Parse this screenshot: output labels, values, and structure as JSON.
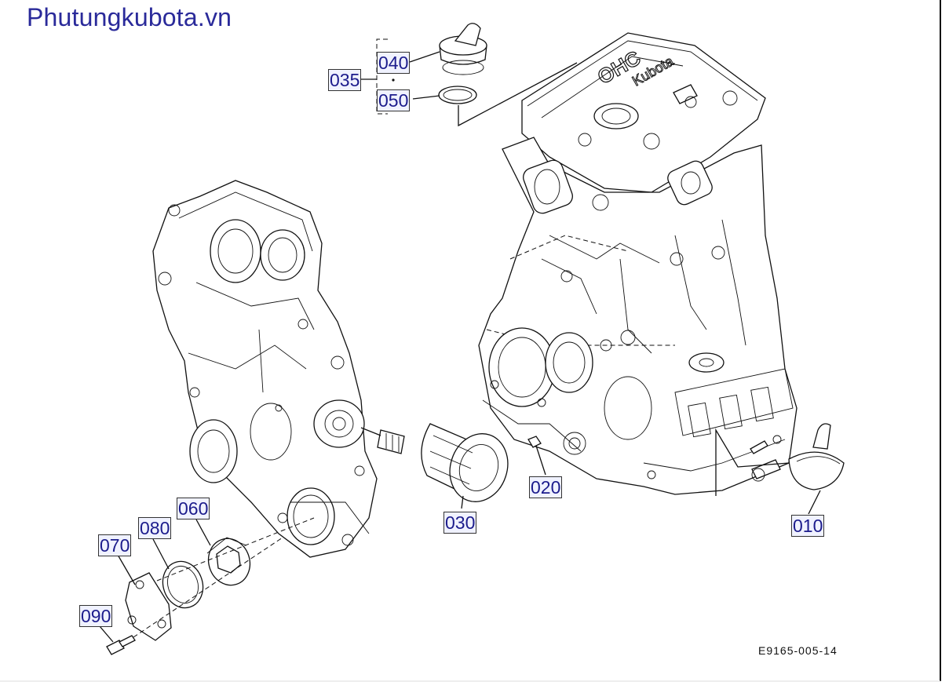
{
  "brand": "Phutungkubota.vn",
  "drawing_code": "E9165-005-14",
  "callouts": {
    "c035": "035",
    "c040": "040",
    "c050": "050",
    "c060": "060",
    "c070": "070",
    "c080": "080",
    "c090": "090",
    "c020": "020",
    "c030": "030",
    "c010": "010"
  },
  "icons": [
    "engine-block-drawing",
    "gear-case-cover-drawing",
    "oil-filter-drawing",
    "oil-cap-drawing"
  ]
}
